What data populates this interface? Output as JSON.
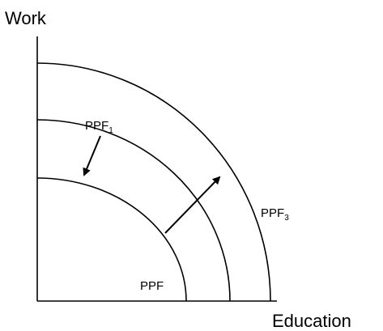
{
  "axes": {
    "y_label": "Work",
    "x_label": "Education"
  },
  "curves": [
    {
      "id": "ppf",
      "label": "PPF",
      "subscript": ""
    },
    {
      "id": "ppf1",
      "label": "PPF",
      "subscript": "1"
    },
    {
      "id": "ppf3",
      "label": "PPF",
      "subscript": "3"
    }
  ],
  "arrows": [
    {
      "id": "inward-shift",
      "direction": "inward"
    },
    {
      "id": "outward-shift",
      "direction": "outward"
    }
  ],
  "colors": {
    "line": "#000000",
    "background": "#ffffff"
  }
}
